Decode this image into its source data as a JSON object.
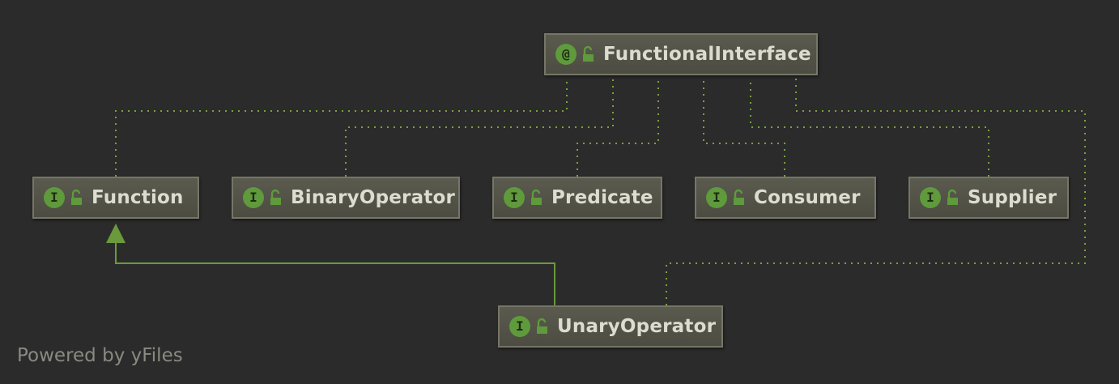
{
  "nodes": {
    "functional_interface": {
      "badge": "@",
      "label": "FunctionalInterface"
    },
    "function": {
      "badge": "I",
      "label": "Function"
    },
    "binary_operator": {
      "badge": "I",
      "label": "BinaryOperator"
    },
    "predicate": {
      "badge": "I",
      "label": "Predicate"
    },
    "consumer": {
      "badge": "I",
      "label": "Consumer"
    },
    "supplier": {
      "badge": "I",
      "label": "Supplier"
    },
    "unary_operator": {
      "badge": "I",
      "label": "UnaryOperator"
    }
  },
  "edges": [
    {
      "from": "Function",
      "to": "FunctionalInterface",
      "style": "dotted"
    },
    {
      "from": "BinaryOperator",
      "to": "FunctionalInterface",
      "style": "dotted"
    },
    {
      "from": "Predicate",
      "to": "FunctionalInterface",
      "style": "dotted"
    },
    {
      "from": "Consumer",
      "to": "FunctionalInterface",
      "style": "dotted"
    },
    {
      "from": "Supplier",
      "to": "FunctionalInterface",
      "style": "dotted"
    },
    {
      "from": "UnaryOperator",
      "to": "FunctionalInterface",
      "style": "dotted"
    },
    {
      "from": "UnaryOperator",
      "to": "Function",
      "style": "solid-arrow"
    }
  ],
  "colors": {
    "background": "#2b2b2b",
    "node_fill": "#504f45",
    "node_border": "#767668",
    "text": "#dcdcd0",
    "badge": "#5f9a3c",
    "edge": "#6a9a3c",
    "watermark": "#8a8a82"
  },
  "icons": {
    "annotation": "annotation-badge-icon",
    "interface": "interface-badge-icon",
    "access": "unlocked-icon"
  },
  "watermark": "Powered by yFiles"
}
